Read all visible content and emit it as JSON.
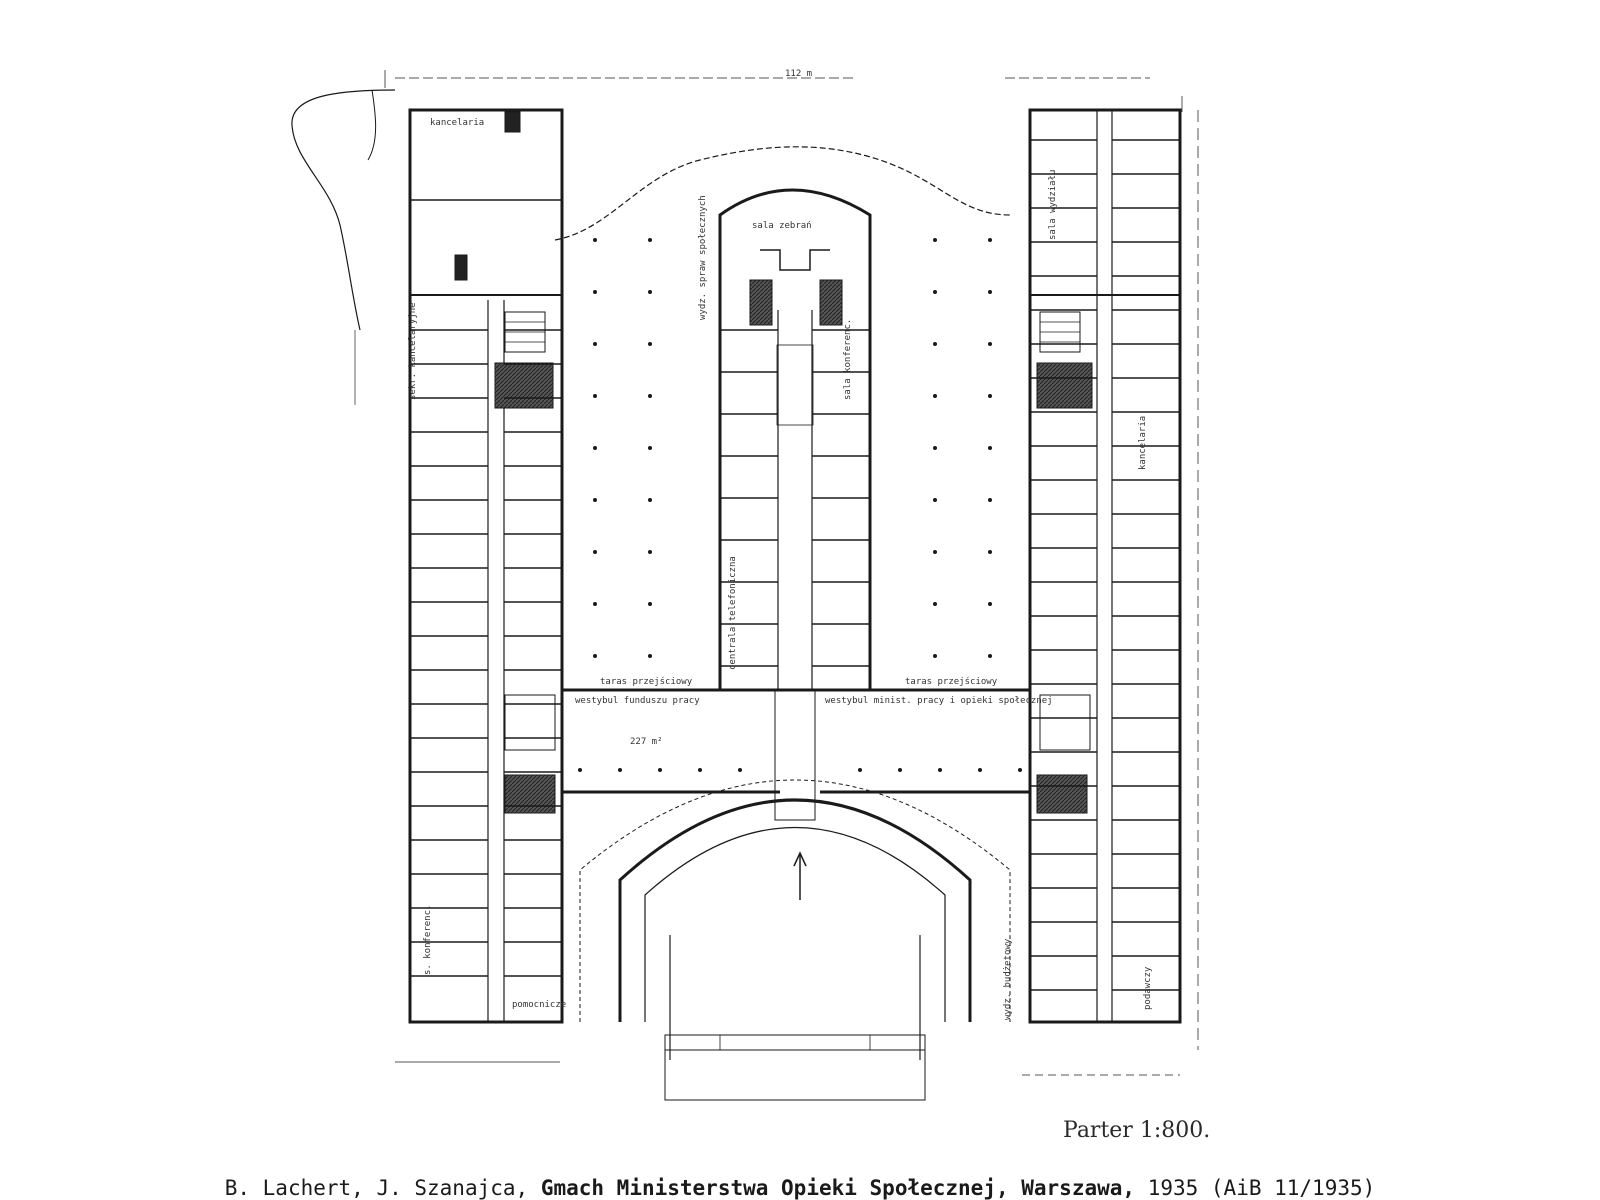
{
  "plan": {
    "scale_label": "Parter 1:800.",
    "line_color": "#1a1a1a",
    "labels": {
      "left_wing_top": "kancelaria",
      "left_wing_dept": "sekr. kancelaryjne",
      "left_wing_conf": "s. konferenc.",
      "left_wing_bottom": "pomocnicze",
      "center_top": "sala zebrań",
      "center_conf": "sala konferenc.",
      "center_room": "centrala telefoniczna",
      "center_side": "wydz. spraw społecznych",
      "left_lobby": "westybul funduszu pracy",
      "right_lobby": "westybul minist. pracy i opieki społecznej",
      "left_court": "taras przejściowy",
      "right_court": "taras przejściowy",
      "right_wing_top": "sala wydziału",
      "right_wing_mid": "kancelaria",
      "right_wing_low": "podawczy",
      "right_wing_side": "wydz. budżetowy",
      "dim_top": "112 m",
      "area_lobby": "227 m²"
    }
  },
  "caption": {
    "authors": "B. Lachert, J. Szanajca, ",
    "title": "Gmach Ministerstwa Opieki Społecznej, Warszawa,",
    "date_source": " 1935 (AiB 11/1935)"
  }
}
